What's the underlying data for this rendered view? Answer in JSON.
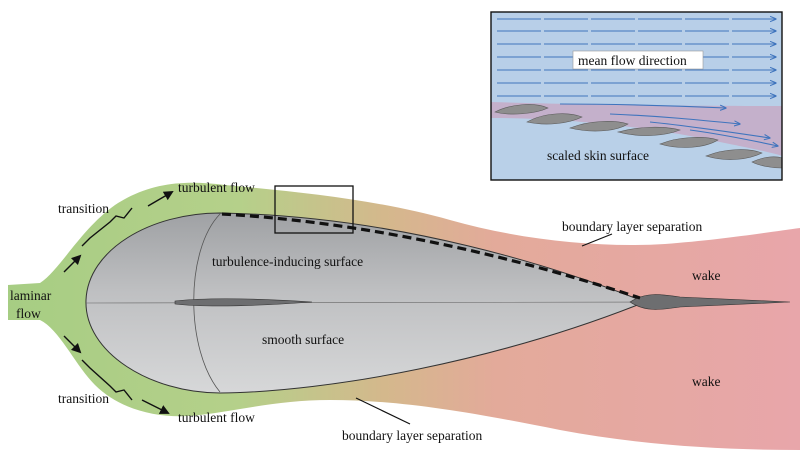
{
  "labels": {
    "laminar": "laminar",
    "flow": "flow",
    "transition_top": "transition",
    "transition_bottom": "transition",
    "turbulent_top": "turbulent flow",
    "turbulent_bottom": "turbulent flow",
    "turbulence_surface": "turbulence-inducing surface",
    "smooth_surface": "smooth surface",
    "separation_top": "boundary layer separation",
    "separation_bottom": "boundary layer separation",
    "wake_top": "wake",
    "wake_bottom": "wake"
  },
  "inset": {
    "flow_label": "mean flow direction",
    "skin_label": "scaled skin surface"
  },
  "colors": {
    "laminar_green": "#a9cf86",
    "wake_pink": "#e8a9ac",
    "body_gray": "#bcbdbf",
    "inset_water": "#b6cde6",
    "inset_arrow": "#3f74bd",
    "inset_pink": "#c9a7c0",
    "denticle": "#8f8f8f"
  }
}
